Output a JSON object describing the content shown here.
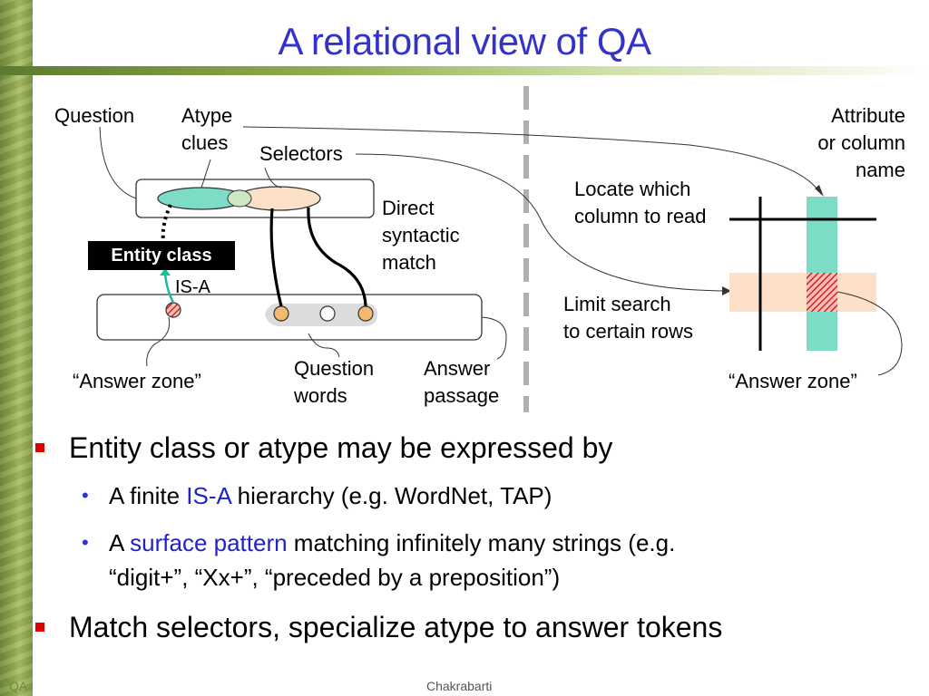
{
  "title": "A relational view of QA",
  "diagram": {
    "question": "Question",
    "atype_clues": "Atype\nclues",
    "selectors": "Selectors",
    "direct_syntactic_match": "Direct\nsyntactic\nmatch",
    "entity_class": "Entity class",
    "is_a": "IS-A",
    "answer_zone_left": "“Answer zone”",
    "question_words": "Question\nwords",
    "answer_passage": "Answer\npassage",
    "attribute_column": "Attribute\nor column\nname",
    "locate_column": "Locate which\ncolumn to read",
    "limit_search": "Limit search\nto certain rows",
    "answer_zone_right": "“Answer zone”"
  },
  "bullets": {
    "b1": "Entity class or atype may be expressed by",
    "b1_sub1_pre": "A finite ",
    "b1_sub1_hl": "IS-A",
    "b1_sub1_post": " hierarchy (e.g. WordNet, TAP)",
    "b1_sub2_pre": "A ",
    "b1_sub2_hl": "surface pattern",
    "b1_sub2_post": " matching infinitely many strings (e.g.",
    "b1_sub2_line2": "“digit+”, “Xx+”, “preceded by a preposition”)",
    "b2": "Match selectors, specialize atype to answer tokens"
  },
  "footer": {
    "left": "QA",
    "center": "Chakrabarti"
  },
  "colors": {
    "title": "#3333cc",
    "atype_fill": "#7ddcc6",
    "selector_fill": "#fde0c8",
    "token_fill": "#f5b870",
    "answer_token": "#e03030",
    "column_fill": "#7ddcc6",
    "row_fill": "#fde0c8"
  }
}
